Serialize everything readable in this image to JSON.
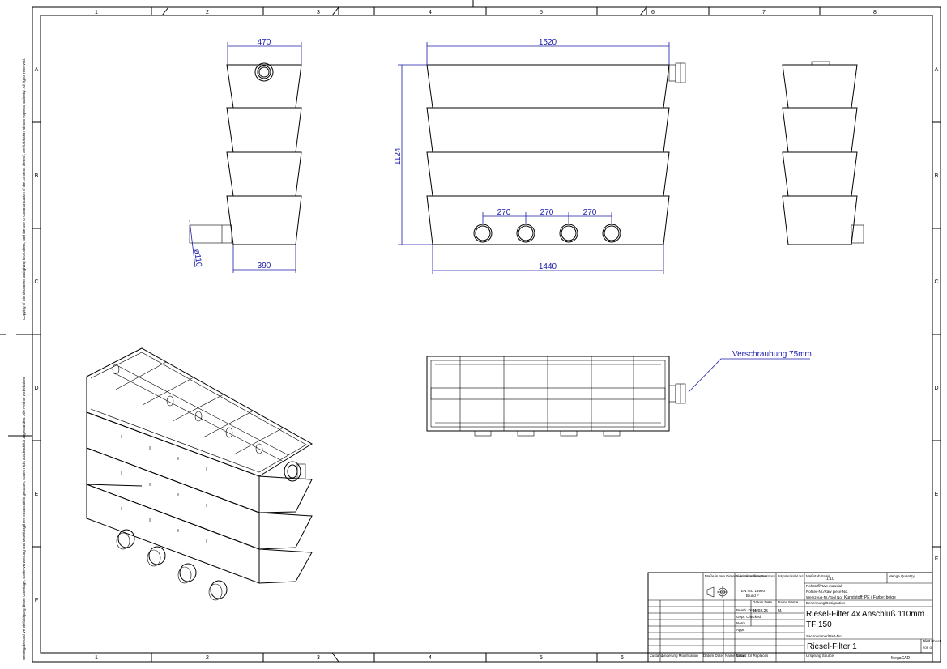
{
  "frame": {
    "columns": [
      "1",
      "2",
      "3",
      "4",
      "5",
      "6",
      "7",
      "8"
    ],
    "rows": [
      "A",
      "B",
      "C",
      "D",
      "E",
      "F"
    ],
    "side_notice_1": "Copying of this document and giving it to others, and the use or communication of the contents thereof, are forbidden without express authority. All rights reserved.",
    "side_notice_2": "Weitergabe und Vervielfältigung dieser Unterlage, sowie Verwertung und Mitteilung ihres Inhalts nicht gestattet, soweit nicht ausdrücklich zugestanden. Alle Rechte vorbehalten."
  },
  "dimensions": {
    "side_top_width": "470",
    "side_bottom_width": "390",
    "pipe_diameter": "ø110",
    "front_top_width": "1520",
    "front_height": "1124",
    "pitch_1": "270",
    "pitch_2": "270",
    "pitch_3": "270",
    "front_bottom_width": "1440"
  },
  "annotations": {
    "fitting": "Verschraubung 75mm"
  },
  "title_block": {
    "dims_note": "Maße in mm Dimensions in millimeters",
    "tolerance_note": "Zul. Abw. f. Maße ohne Toleranzang. General tolerances",
    "standard": "EN ISO 13920",
    "standard_class": "B und F",
    "surface_note": "Fertigzustand finished cond.",
    "scale_label": "Maßstab Scale",
    "scale_value": "1:10",
    "quantity_label": "Menge Quantity",
    "quantity_value": "-",
    "raw_material_label": "Rohstoff/Raw material",
    "raw_material_value": "-",
    "raw_piece_label": "Rohteil-Nr./Raw piece No.",
    "raw_piece_value": "-",
    "tool_label": "Werkzeug-Nr./Tool No.",
    "material_value": "Kunststoff: PE / Farbe: beige",
    "designation_label": "Benennung/Designation",
    "title_line1": "Riesel-Filter 4x Anschluß 110mm",
    "title_line2": "TF 150",
    "date_label": "Datum Date",
    "name_label": "Name Name",
    "drawn_label": "Bearb. Drawn",
    "drawn_date": "11.02.25",
    "drawn_name": "M.",
    "checked_label": "Gepr. Checked",
    "norm_label": "Norm",
    "approved_label": "Appr.",
    "part_no_label": "Sachnummer/Part-No.",
    "part_no": "Riesel-Filter 1",
    "sheet_label": "Blatt Sheet",
    "sheet_of_label": "von of",
    "origin_label": "Ursprung Source",
    "revision_label": "Änderung Modification",
    "rev_date_label": "Datum Date",
    "rev_name_label": "Name Name",
    "rev_state_label": "Zustand",
    "replaces_label": "Ersatz für Replaces",
    "software": "MegaCAD"
  }
}
